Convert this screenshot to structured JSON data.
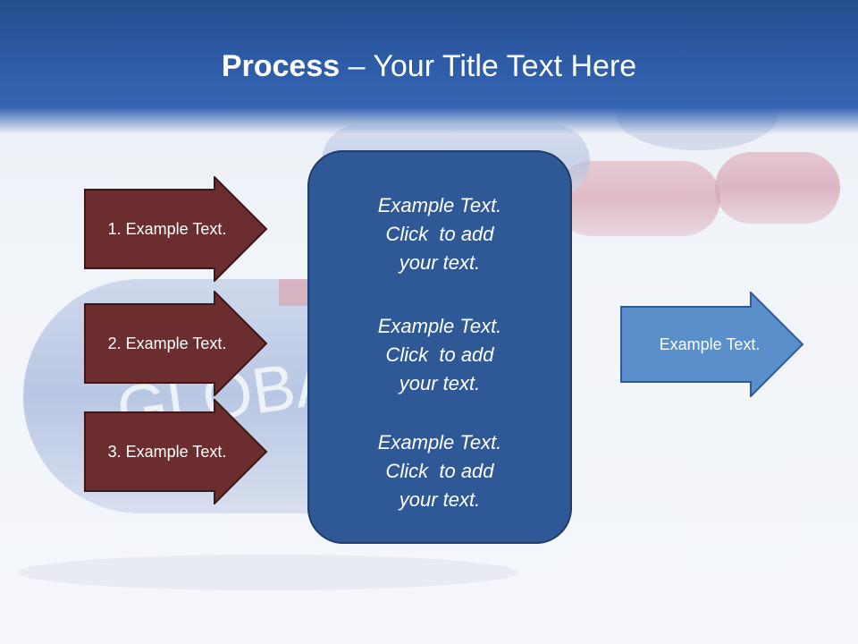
{
  "colors": {
    "header_blue": "#2d5ba6",
    "arrow_dark_red": "#6b2d2d",
    "center_box_blue": "#2f5897",
    "right_arrow_blue": "#5a8fcc"
  },
  "title": {
    "bold": "Process",
    "rest": " – Your Title Text Here"
  },
  "left_steps": [
    {
      "label": "1. Example Text."
    },
    {
      "label": "2. Example Text."
    },
    {
      "label": "3. Example Text."
    }
  ],
  "center_items": [
    {
      "line1": "Example Text.",
      "line2": "Click  to add",
      "line3": "your text."
    },
    {
      "line1": "Example Text.",
      "line2": "Click  to add",
      "line3": "your text."
    },
    {
      "line1": "Example Text.",
      "line2": "Click  to add",
      "line3": "your text."
    }
  ],
  "right_arrow": {
    "label": "Example Text."
  }
}
